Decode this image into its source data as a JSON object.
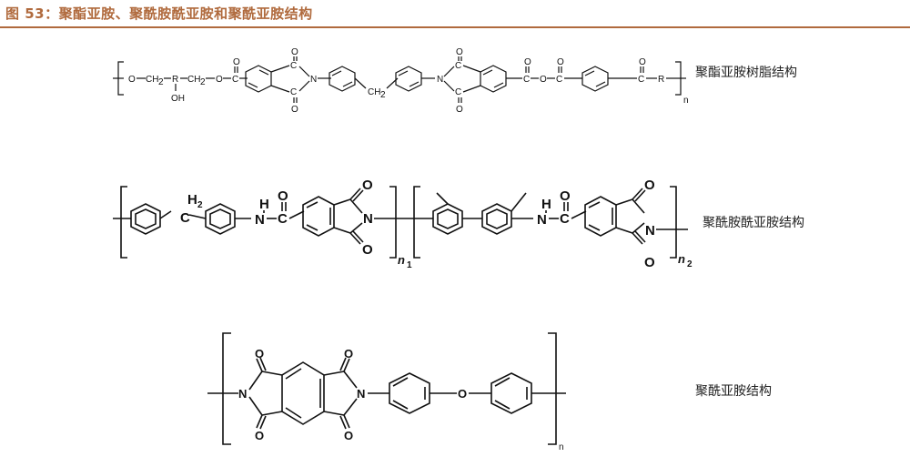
{
  "figure": {
    "title": "图 53：聚酯亚胺、聚酰胺酰亚胺和聚酰亚胺结构"
  },
  "structures": [
    {
      "label": "聚酯亚胺树脂结构",
      "atoms": {
        "o1": "O",
        "ch2a": "CH",
        "ch2a_sub": "2",
        "r1": "R",
        "oh": "OH",
        "ch2b": "CH",
        "ch2b_sub": "2",
        "o2": "O",
        "c1": "C",
        "o3": "O",
        "c2": "C",
        "o4": "O",
        "c3": "C",
        "o5": "O",
        "n1": "N",
        "ch2c": "CH",
        "ch2c_sub": "2",
        "n2": "N",
        "c4": "C",
        "o6": "O",
        "c5": "C",
        "o7": "O",
        "c6": "C",
        "o8": "O",
        "o9": "O",
        "c7": "C",
        "o10": "O",
        "c8": "C",
        "o11": "O",
        "r2": "R",
        "n": "n"
      }
    },
    {
      "label": "聚酰胺酰亚胺结构",
      "atoms": {
        "h2": "H",
        "h2_sub": "2",
        "c": "C",
        "nh1_h": "H",
        "nh1_n": "N",
        "c1": "C",
        "o1": "O",
        "o2": "O",
        "n1": "N",
        "o3": "O",
        "n1_sub": "n",
        "n1_sub2": "1",
        "nh2_h": "H",
        "nh2_n": "N",
        "c2": "C",
        "o4": "O",
        "o5": "O",
        "n2": "N",
        "o6": "O",
        "n2_sub": "n",
        "n2_sub2": "2"
      }
    },
    {
      "label": "聚酰亚胺结构",
      "atoms": {
        "o1": "O",
        "o2": "O",
        "o3": "O",
        "o4": "O",
        "n1": "N",
        "n2": "N",
        "o_ether": "O",
        "n": "n"
      }
    }
  ]
}
